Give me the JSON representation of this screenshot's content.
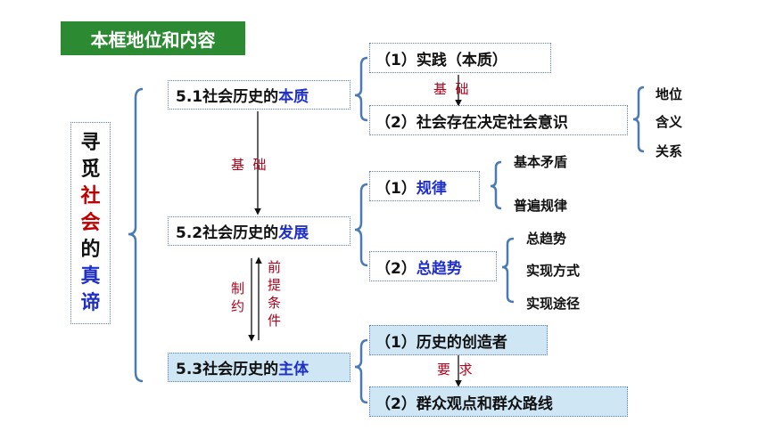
{
  "header": {
    "title": "本框地位和内容"
  },
  "root": {
    "chars": [
      {
        "t": "寻",
        "c": "#111111"
      },
      {
        "t": "觅",
        "c": "#111111"
      },
      {
        "t": "社",
        "c": "#c00000"
      },
      {
        "t": "会",
        "c": "#c00000"
      },
      {
        "t": "的",
        "c": "#111111"
      },
      {
        "t": "真",
        "c": "#1f2fc8"
      },
      {
        "t": "谛",
        "c": "#1f2fc8"
      }
    ]
  },
  "sections": {
    "s1": {
      "prefix": "5.1社会历史的",
      "key": "本质"
    },
    "s2": {
      "prefix": "5.2社会历史的",
      "key": "发展"
    },
    "s3": {
      "prefix": "5.3社会历史的",
      "key": "主体"
    }
  },
  "s1_items": {
    "a": {
      "num": "（1）",
      "text": "实践（本质）"
    },
    "b": {
      "num": "（2）",
      "text": "社会存在决定社会意识"
    },
    "link": "基  础",
    "leaves": [
      "地位",
      "含义",
      "关系"
    ]
  },
  "s2_items": {
    "a": {
      "num": "（1）",
      "text": "规律"
    },
    "b": {
      "num": "（2）",
      "text": "总趋势"
    },
    "a_leaves": [
      "基本矛盾",
      "普遍规律"
    ],
    "b_leaves": [
      "总趋势",
      "实现方式",
      "实现途径"
    ]
  },
  "s3_items": {
    "a": {
      "num": "（1）",
      "text": "历史的创造者"
    },
    "b": {
      "num": "（2）",
      "text": "群众观点和群众路线"
    },
    "link": "要  求"
  },
  "links": {
    "s1_s2": "基  础",
    "s2_s3_left": [
      "制",
      "约"
    ],
    "s2_s3_right": [
      "前",
      "提",
      "条",
      "件"
    ]
  },
  "colors": {
    "header_bg": "#2c8a33",
    "bracket": "#4a7ab5",
    "blue_text": "#1f2fc8",
    "red_text": "#b0001a",
    "box_border": "#5b7fb0",
    "highlight_box": "#cfe6f5"
  }
}
